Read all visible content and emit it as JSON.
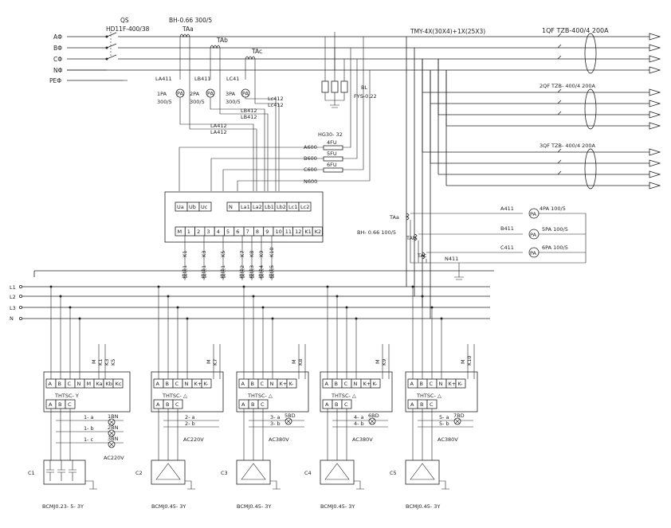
{
  "top": {
    "qs_label": "QS",
    "qs_model": "HD11F-400/38",
    "ct_model": "BH-0.66 300/5",
    "taa": "TAa",
    "tab": "TAb",
    "tac": "TAc",
    "bus_cable": "TMY-4X(30X4)+1X(25X3)",
    "phases": [
      "AΦ",
      "BΦ",
      "CΦ",
      "NΦ",
      "PEΦ"
    ],
    "la411": "LA411",
    "lb411": "LB411",
    "lc41": "LC41",
    "pa1": "1PA",
    "pa2": "2PA",
    "pa3": "3PA",
    "ratio": "300/5",
    "lb412": "LB412",
    "lc412": "Lc412",
    "la412": "LA412",
    "bl": "BL",
    "fys": "FYS-0.22",
    "hg": "HG30- 32",
    "fuse": [
      "4FU",
      "5FU",
      "6FU"
    ],
    "volt": [
      "A600",
      "B600",
      "C600",
      "N600"
    ]
  },
  "feeders": [
    {
      "label": "1QF  TZB-400/4  200A"
    },
    {
      "label": "2QF TZB- 400/4 200A"
    },
    {
      "label": "3QF TZB- 400/4 200A"
    }
  ],
  "controller": {
    "top_terminals": [
      "Ua",
      "Ub",
      "Uc",
      "N",
      "La1",
      "La2",
      "Lb1",
      "Lb2",
      "Lc1",
      "Lc2"
    ],
    "bottom_terminals": [
      "M",
      "1",
      "2",
      "3",
      "4",
      "5",
      "6",
      "7",
      "8",
      "9",
      "10",
      "11",
      "12",
      "K1",
      "K2"
    ],
    "k_labels": [
      "K1",
      "K3",
      "K5",
      "K7",
      "K8",
      "K9",
      "K10"
    ],
    "module_labels": [
      "模块1",
      "模块1",
      "模块1",
      "模块2",
      "模块3",
      "模块4",
      "模块5"
    ]
  },
  "ct_right": {
    "taa": "TAa",
    "tab": "TAb",
    "tac": "TAc",
    "model": "BH- 0.66 100/5",
    "a411": "A411",
    "b411": "B411",
    "c411": "C411",
    "n411": "N411",
    "pa": [
      "4PA 100/5",
      "5PA 100/5",
      "6PA 100/5"
    ],
    "pa_symbol": "PA"
  },
  "buses": [
    "L1",
    "L2",
    "L3",
    "N"
  ],
  "switches": [
    {
      "name": "THTSC- Y",
      "cap": "C1",
      "model": "BCMJ0.23- 5- 3Y",
      "voltage": "AC220V",
      "top_terms": [
        "A",
        "B",
        "C",
        "N",
        "M",
        "Ka",
        "Kb",
        "Kc"
      ],
      "bot_terms": [
        "A",
        "B",
        "C"
      ],
      "m": "M",
      "k": [
        "K1",
        "K3",
        "K5"
      ],
      "lines": [
        "1- a",
        "1- b",
        "1- c"
      ],
      "lamps": [
        "1BN",
        "2BN",
        "3BN"
      ]
    },
    {
      "name": "THTSC- △",
      "cap": "C2",
      "model": "BCMJ0.45- 3Y",
      "voltage": "AC220V",
      "top_terms": [
        "A",
        "B",
        "C",
        "N",
        "K+",
        "K-"
      ],
      "bot_terms": [
        "A",
        "B",
        "C"
      ],
      "m": "M",
      "k": [
        "K7"
      ],
      "lines": [
        "2- a",
        "2- b"
      ],
      "lamps": []
    },
    {
      "name": "THTSC- △",
      "cap": "C3",
      "model": "BCMJ0.45- 3Y",
      "voltage": "AC380V",
      "top_terms": [
        "A",
        "B",
        "C",
        "N",
        "K+",
        "K-"
      ],
      "bot_terms": [
        "A",
        "B",
        "C"
      ],
      "m": "M",
      "k": [
        "K8"
      ],
      "lines": [
        "3- a",
        "3- b"
      ],
      "lamps": [
        "5BD"
      ]
    },
    {
      "name": "THTSC- △",
      "cap": "C4",
      "model": "BCMJ0.45- 3Y",
      "voltage": "AC380V",
      "top_terms": [
        "A",
        "B",
        "C",
        "N",
        "K+",
        "K-"
      ],
      "bot_terms": [
        "A",
        "B",
        "C"
      ],
      "m": "M",
      "k": [
        "K9"
      ],
      "lines": [
        "4- a",
        "4- b"
      ],
      "lamps": [
        "6BD"
      ]
    },
    {
      "name": "THTSC- △",
      "cap": "C5",
      "model": "BCMJ0.45- 3Y",
      "voltage": "AC380V",
      "top_terms": [
        "A",
        "B",
        "C",
        "N",
        "K+",
        "K-"
      ],
      "bot_terms": [
        "A",
        "B",
        "C"
      ],
      "m": "M",
      "k": [
        "K10"
      ],
      "lines": [
        "5- a",
        "5- b"
      ],
      "lamps": [
        "7BD"
      ]
    }
  ]
}
